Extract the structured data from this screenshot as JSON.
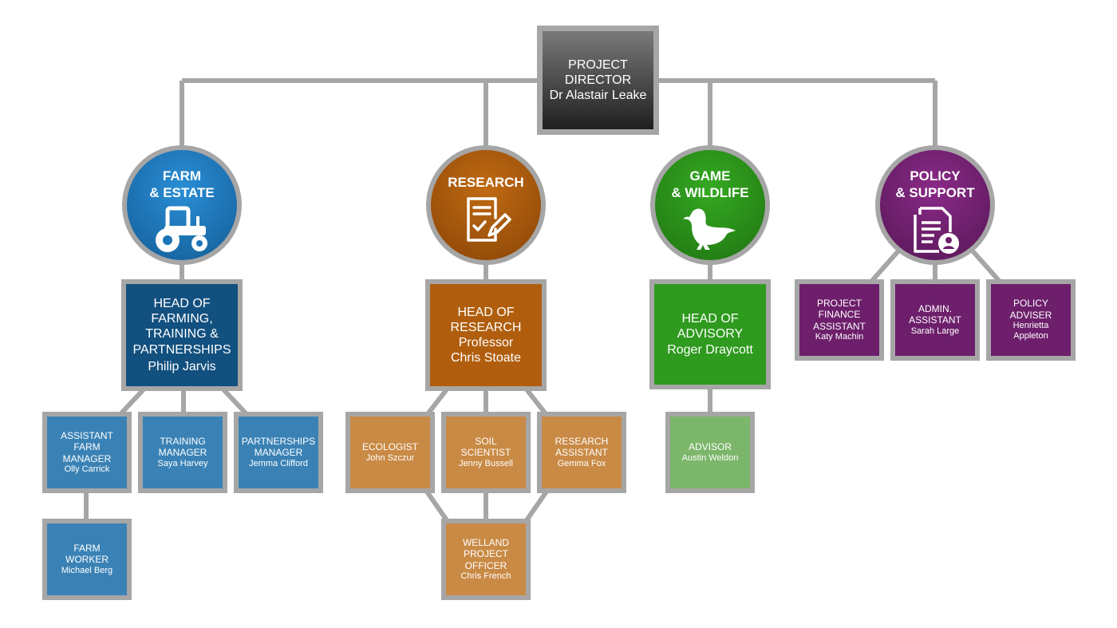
{
  "colors": {
    "connector": "#a6a6a6",
    "farm": "#1a75b9",
    "farm_dark": "#12507f",
    "farm_light": "#3a82b5",
    "research": "#a2560a",
    "research_mid": "#b05e0e",
    "research_light": "#c98a45",
    "game": "#2b8d1b",
    "game_mid": "#2e9a1e",
    "game_light": "#7cb66a",
    "policy": "#6d1f6b",
    "director_top": "#7a7a7a",
    "director_bottom": "#1f1f1f"
  },
  "director": {
    "title": "PROJECT\nDIRECTOR",
    "name": "Dr Alastair Leake"
  },
  "departments": [
    {
      "label": "FARM\n& ESTATE",
      "icon": "tractor-icon"
    },
    {
      "label": "RESEARCH",
      "icon": "document-pen-icon"
    },
    {
      "label": "GAME\n& WILDLIFE",
      "icon": "partridge-icon"
    },
    {
      "label": "POLICY\n& SUPPORT",
      "icon": "user-document-icon"
    }
  ],
  "heads": {
    "farming": {
      "title": "HEAD OF\nFARMING,\nTRAINING &\nPARTNERSHIPS",
      "name": "Philip Jarvis"
    },
    "research": {
      "title": "HEAD OF\nRESEARCH",
      "name": "Professor\nChris Stoate"
    },
    "advisory": {
      "title": "HEAD OF\nADVISORY",
      "name": "Roger Draycott"
    }
  },
  "staff": {
    "assistant_farm_manager": {
      "title": "ASSISTANT\nFARM\nMANAGER",
      "name": "Olly Carrick"
    },
    "training_manager": {
      "title": "TRAINING\nMANAGER",
      "name": "Saya Harvey"
    },
    "partnerships_manager": {
      "title": "PARTNERSHIPS\nMANAGER",
      "name": "Jemma Clifford"
    },
    "farm_worker": {
      "title": "FARM\nWORKER",
      "name": "Michael Berg"
    },
    "ecologist": {
      "title": "ECOLOGIST",
      "name": "John Szczur"
    },
    "soil_scientist": {
      "title": "SOIL\nSCIENTIST",
      "name": "Jenny Bussell"
    },
    "research_assistant": {
      "title": "RESEARCH\nASSISTANT",
      "name": "Gemma Fox"
    },
    "welland_officer": {
      "title": "WELLAND\nPROJECT\nOFFICER",
      "name": "Chris French"
    },
    "advisor": {
      "title": "ADVISOR",
      "name": "Austin Weldon"
    },
    "finance_assistant": {
      "title": "PROJECT\nFINANCE\nASSISTANT",
      "name": "Katy Machin"
    },
    "admin_assistant": {
      "title": "ADMIN.\nASSISTANT",
      "name": "Sarah Large"
    },
    "policy_adviser": {
      "title": "POLICY\nADVISER",
      "name": "Henrietta\nAppleton"
    }
  }
}
